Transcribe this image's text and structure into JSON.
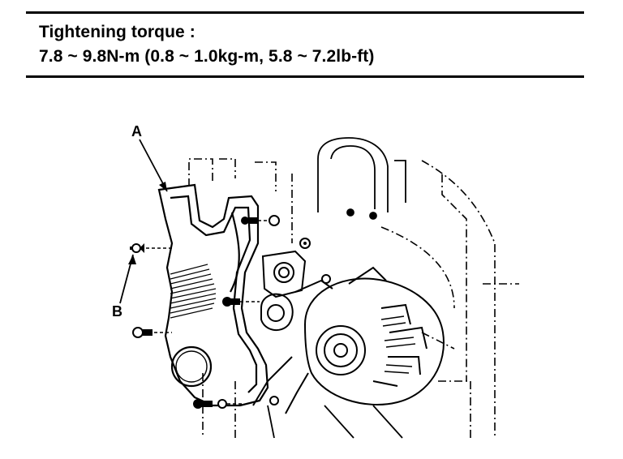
{
  "spec": {
    "heading": "Tightening torque :",
    "value": "7.8 ~ 9.8N-m (0.8 ~ 1.0kg-m, 5.8 ~ 7.2lb-ft)"
  },
  "figure": {
    "callout_a": "A",
    "callout_b": "B"
  }
}
